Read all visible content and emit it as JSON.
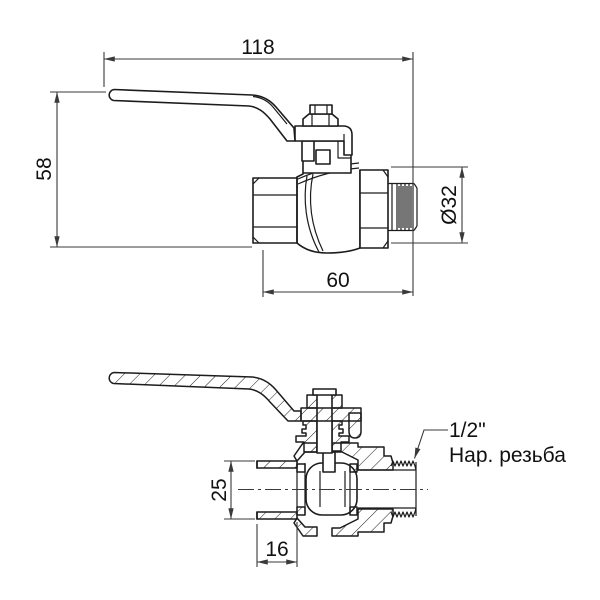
{
  "page": {
    "background": "#ffffff"
  },
  "drawing": {
    "type": "technical-drawing",
    "subject": "ball valve with lever handle, two projections",
    "line_color": "#1c1c1c",
    "dim_color": "#3a3a3a",
    "views": {
      "side": {
        "dims": {
          "overall_length": "118",
          "height": "58",
          "body_length": "60",
          "thread_diameter": "Ø32"
        }
      },
      "section": {
        "dims": {
          "port_diameter": "25",
          "thread_length": "16"
        },
        "callout": {
          "line1": "1/2\"",
          "line2": "Нар. резьба"
        }
      }
    }
  }
}
